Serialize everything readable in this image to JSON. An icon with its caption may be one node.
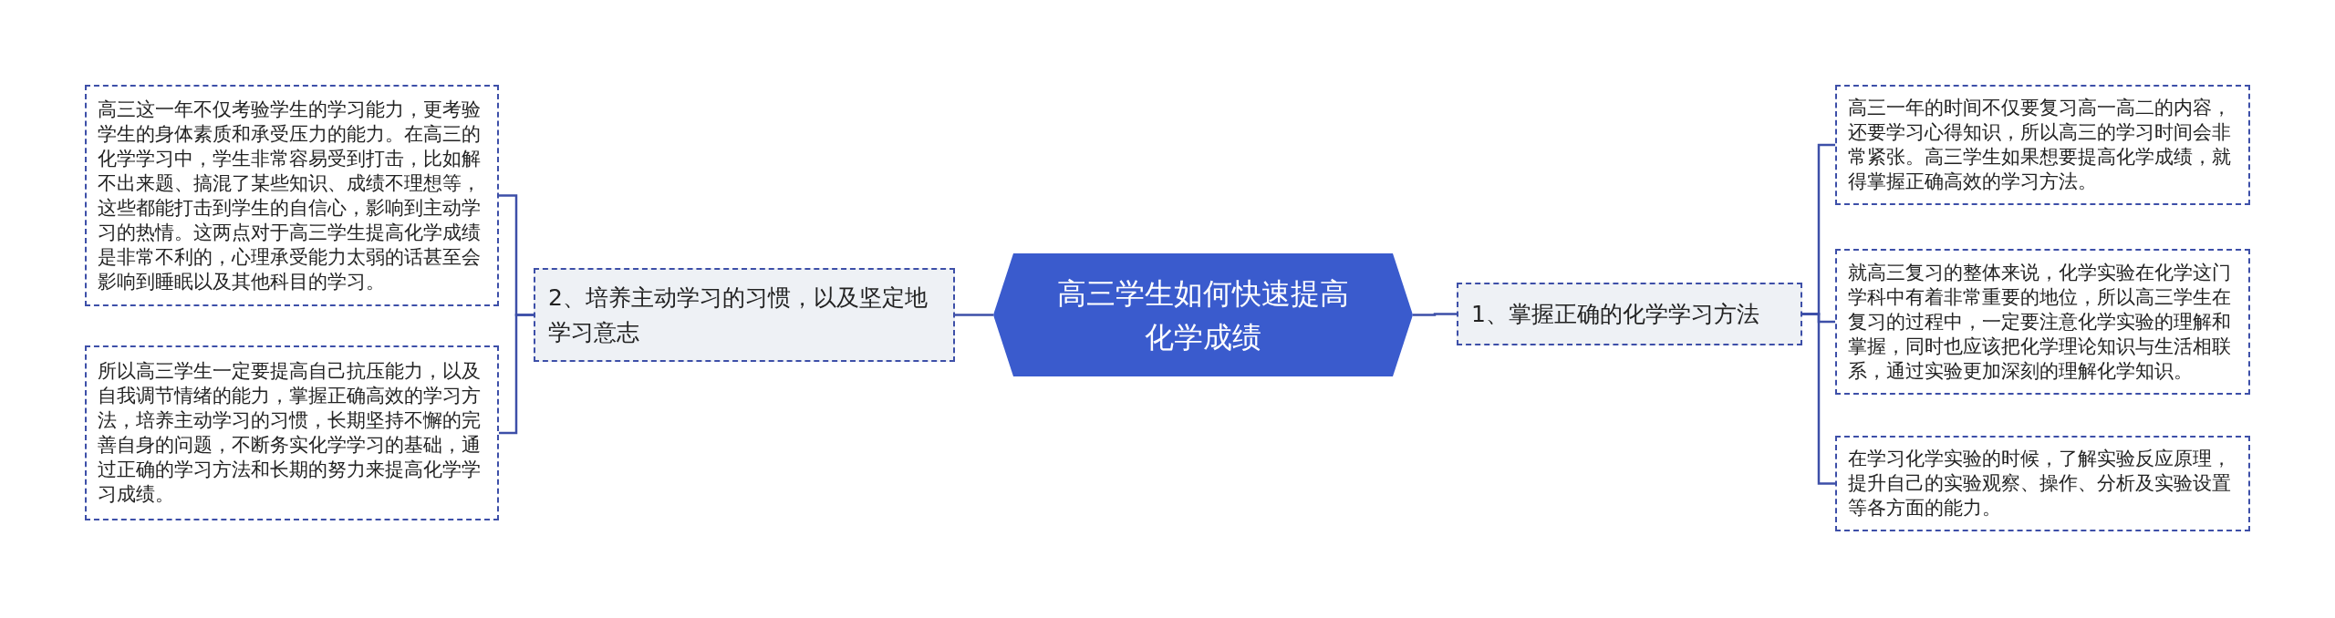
{
  "diagram": {
    "nodes": [
      {
        "text": [
          "高三学生如何快速提高化学成绩"
        ]
      },
      {
        "text": [
          "1、掌握正确的化学学习方法"
        ]
      },
      {
        "text": [
          "高三一年的时间不仅要复习高一高二的内容，还要学习心得知识，所以高三的学习时间会非常紧张。高三学生如果想要提高化学成绩，就得掌握正确高效的学习方法。"
        ]
      },
      {
        "text": [
          "就高三复习的整体来说，化学实验在化学这门学科中有着非常重要的地位，所以高三学生在复习的过程中，一定要注意化学实验的理解和掌握，同时也应该把化学理论知识与生活相联系，通过实验更加深刻的理解化学知识。"
        ]
      },
      {
        "text": [
          "在学习化学实验的时候，了解实验反应原理，提升自己的实验观察、操作、分析及实验设置等各方面的能力。"
        ]
      },
      {
        "text": [
          "2、培养主动学习的习惯，以及坚定地学习意志"
        ]
      },
      {
        "text": [
          "高三这一年不仅考验学生的学习能力，更考验学生的身体素质和承受压力的能力。在高三的化学学习中，学生非常容易受到打击，比如解不出来题、搞混了某些知识、成绩不理想等，这些都能打击到学生的自信心，影响到主动学习的热情。这两点对于高三学生提高化学成绩是非常不利的，心理承受能力太弱的话甚至会影响到睡眠以及其他科目的学习。"
        ]
      },
      {
        "text": [
          "所以高三学生一定要提高自己抗压能力，以及自我调节情绪的能力，掌握正确高效的学习方法，培养主动学习的习惯，长期坚持不懈的完善自身的问题，不断务实化学学习的基础，通过正确的学习方法和长期的努力来提高化学学习成绩。"
        ]
      }
    ],
    "edges": [
      {
        "from": 0,
        "to": 1,
        "arrow": "none"
      },
      {
        "from": 1,
        "to": 2,
        "arrow": "none"
      },
      {
        "from": 1,
        "to": 3,
        "arrow": "none"
      },
      {
        "from": 1,
        "to": 4,
        "arrow": "none"
      },
      {
        "from": 0,
        "to": 5,
        "arrow": "none"
      },
      {
        "from": 5,
        "to": 6,
        "arrow": "none"
      },
      {
        "from": 5,
        "to": 7,
        "arrow": "none"
      }
    ]
  }
}
